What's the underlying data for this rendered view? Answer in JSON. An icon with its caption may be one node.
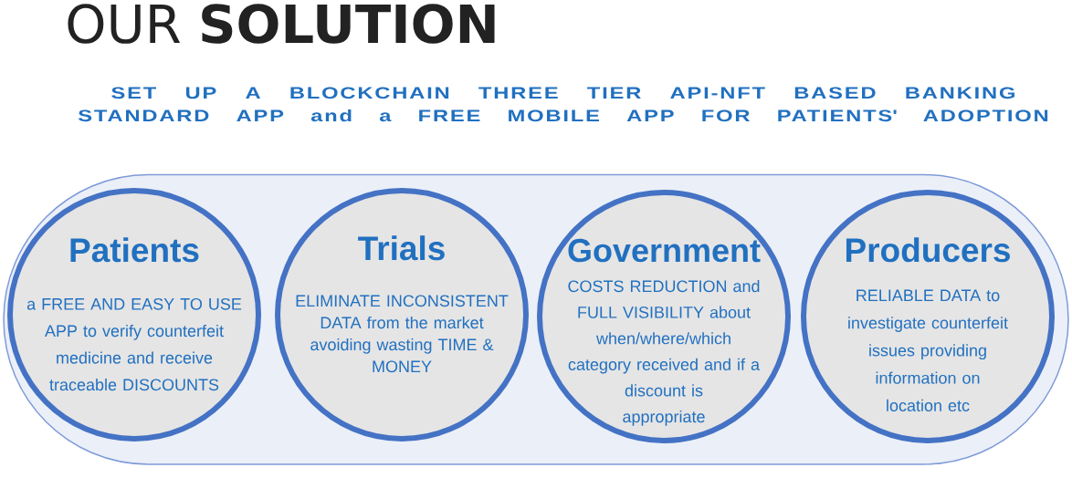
{
  "diagram": {
    "title": "OUR **SOLUTION**",
    "nodes": [
      {
        "text": [],
        "shape": "box"
      },
      {
        "text": [
          "Patients",
          "a FREE AND EASY TO USE APP to verify counterfeit medicine and receive traceable DISCOUNTS"
        ],
        "in": 0
      },
      {
        "text": [
          "Trials",
          "ELIMINATE INCONSISTENT DATA from the market avoiding wasting TIME & MONEY"
        ],
        "in": 0
      },
      {
        "text": [
          "Government",
          "COSTS REDUCTION and FULL VISIBILITY about when/where/which category received and if a discount is appropriate"
        ],
        "in": 0
      },
      {
        "text": [
          "Producers",
          "RELIABLE DATA to investigate counterfeit issues providing information on location etc"
        ],
        "in": 0
      }
    ],
    "labels": [
      "SET UP A BLOCKCHAIN THREE TIER API-NFT BASED BANKING STANDARD APP and a FREE MOBILE APP FOR PATIENTS' ADOPTION"
    ]
  }
}
